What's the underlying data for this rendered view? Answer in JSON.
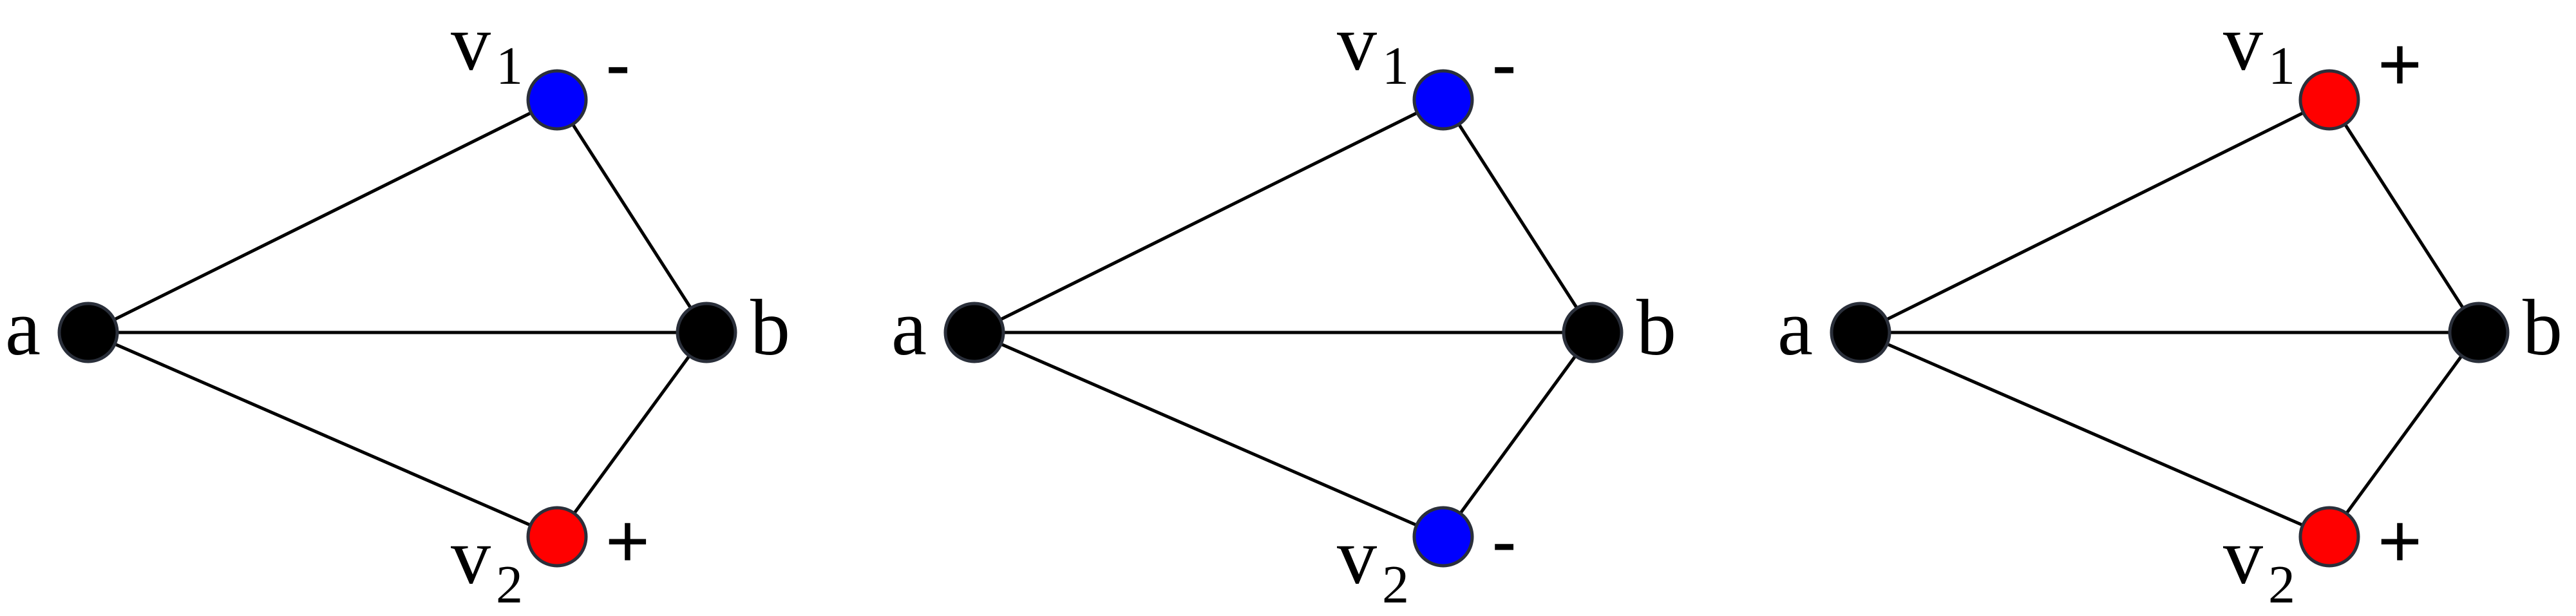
{
  "colors": {
    "negative": "#0000ff",
    "positive": "#ff0000",
    "neutral": "#000000",
    "edge": "#000000"
  },
  "nodes": {
    "a": "a",
    "b": "b",
    "v1": {
      "base": "v",
      "sub": "1"
    },
    "v2": {
      "base": "v",
      "sub": "2"
    }
  },
  "graphs": [
    {
      "v1_sign": "-",
      "v2_sign": "+",
      "v1_color": "#0000ff",
      "v2_color": "#ff0000"
    },
    {
      "v1_sign": "-",
      "v2_sign": "-",
      "v1_color": "#0000ff",
      "v2_color": "#0000ff"
    },
    {
      "v1_sign": "+",
      "v2_sign": "+",
      "v1_color": "#ff0000",
      "v2_color": "#ff0000"
    }
  ]
}
